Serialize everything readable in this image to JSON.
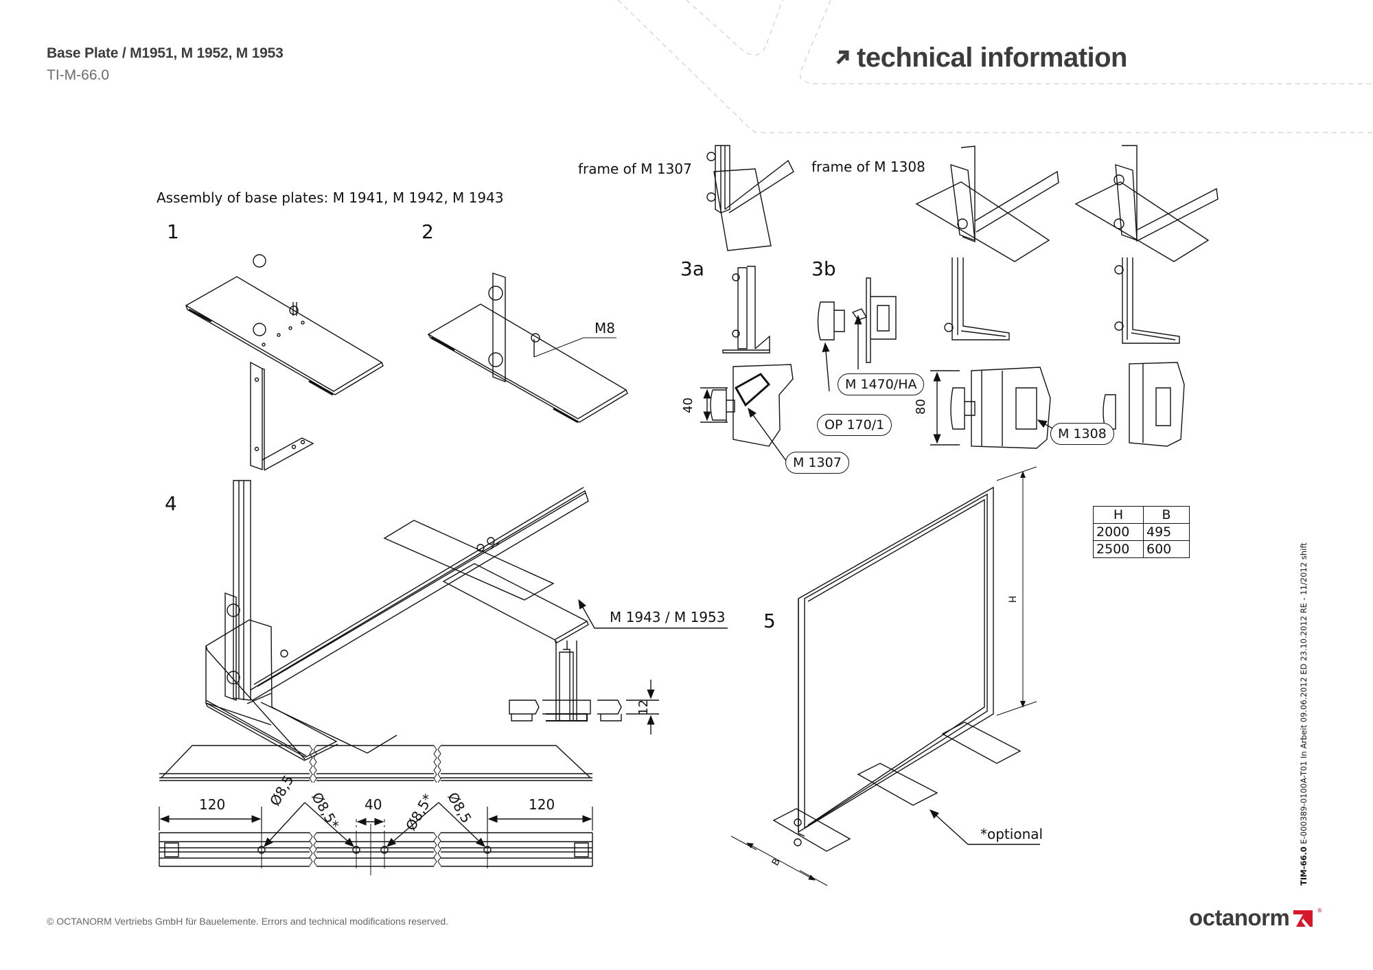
{
  "header": {
    "title": "Base Plate / M1951, M 1952, M 1953",
    "doc_id": "TI-M-66.0",
    "section_heading": "technical information",
    "section_icon": "arrow-up-right-icon"
  },
  "side_note": {
    "code": "TIM-66.0",
    "text": " E-000389-0100A-T01 In Arbeit  09.06.2012 ED 23.10.2012 RE - 11/2012 shift"
  },
  "drawing": {
    "assembly_caption": "Assembly of base plates: M 1941, M 1942, M 1943",
    "frame_1307_caption": "frame of M 1307",
    "frame_1308_caption": "frame of M 1308",
    "steps": [
      "1",
      "2",
      "3a",
      "3b",
      "4",
      "5"
    ],
    "labels": {
      "thread": "M8",
      "plate_ref": "M 1943 / M 1953",
      "optional": "*optional",
      "height_symbol": "H",
      "width_symbol": "B"
    },
    "callouts": {
      "m1307": "M 1307",
      "m1470": "M 1470/HA",
      "op170": "OP 170/1",
      "m1308": "M 1308"
    },
    "dimensions": {
      "profile_40": "40",
      "profile_80": "80",
      "plate_thickness": "12",
      "edge_left": "120",
      "edge_right": "120",
      "center_spacing": "40",
      "hole_1": "Ø8,5",
      "hole_2": "Ø8,5*",
      "hole_3": "Ø8,5*",
      "hole_4": "Ø8,5"
    },
    "size_table": {
      "headers": [
        "H",
        "B"
      ],
      "rows": [
        [
          "2000",
          "495"
        ],
        [
          "2500",
          "600"
        ]
      ]
    }
  },
  "footer": {
    "copyright": "© OCTANORM Vertriebs GmbH für Bauelemente. Errors and technical modifications reserved.",
    "logo_text": "octanorm",
    "logo_reg": "®",
    "brand_color": "#d7182a"
  }
}
